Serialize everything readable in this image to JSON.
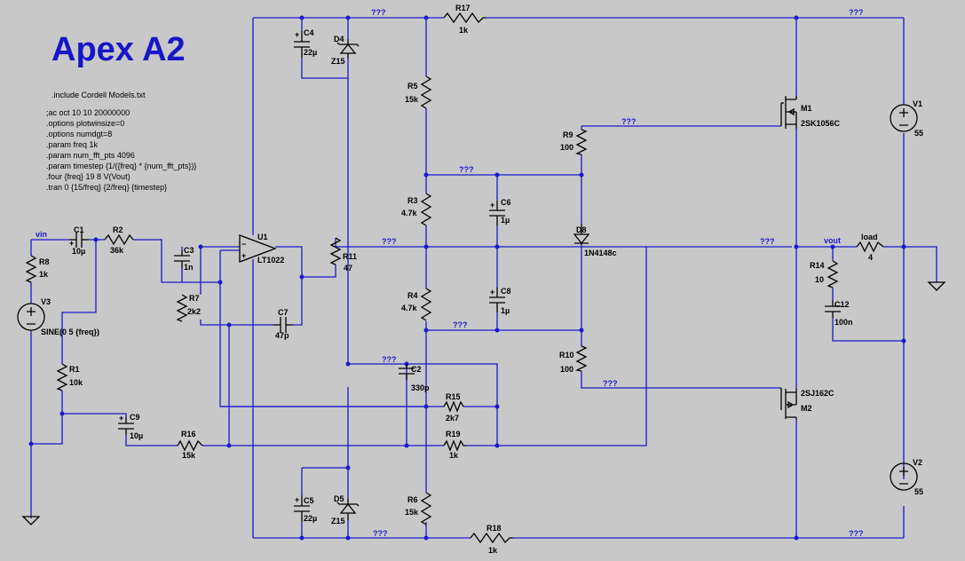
{
  "title": "Apex A2",
  "directives": [
    ".include Cordell Models.txt",
    ";ac oct 10 10 20000000",
    ".options plotwinsize=0",
    ".options numdgt=8",
    ".param freq 1k",
    ".param num_fft_pts 4096",
    ".param timestep {1/({freq} * {num_fft_pts})}",
    ".four {freq} 19 8 V(Vout)",
    ".tran 0 {15/freq} {2/freq} {timestep}"
  ],
  "components": {
    "R1": {
      "name": "R1",
      "value": "10k"
    },
    "R2": {
      "name": "R2",
      "value": "36k"
    },
    "R4": {
      "name": "R4",
      "value": "4.7k"
    },
    "R3": {
      "name": "R3",
      "value": "4.7k"
    },
    "R5": {
      "name": "R5",
      "value": "15k"
    },
    "R6": {
      "name": "R6",
      "value": "15k"
    },
    "R7": {
      "name": "R7",
      "value": "2k2"
    },
    "R8": {
      "name": "R8",
      "value": "1k"
    },
    "R9": {
      "name": "R9",
      "value": "100"
    },
    "R10": {
      "name": "R10",
      "value": "100"
    },
    "R11": {
      "name": "R11",
      "value": "47"
    },
    "R14": {
      "name": "R14",
      "value": "10"
    },
    "R15": {
      "name": "R15",
      "value": "2k7"
    },
    "R16": {
      "name": "R16",
      "value": "15k"
    },
    "R17": {
      "name": "R17",
      "value": "1k"
    },
    "R18": {
      "name": "R18",
      "value": "1k"
    },
    "R19": {
      "name": "R19",
      "value": "1k"
    },
    "C1": {
      "name": "C1",
      "value": "10µ"
    },
    "C2": {
      "name": "C2",
      "value": "330p"
    },
    "C3": {
      "name": "C3",
      "value": "1n"
    },
    "C4": {
      "name": "C4",
      "value": "22µ"
    },
    "C5": {
      "name": "C5",
      "value": "22µ"
    },
    "C6": {
      "name": "C6",
      "value": "1µ"
    },
    "C7": {
      "name": "C7",
      "value": "47p"
    },
    "C8": {
      "name": "C8",
      "value": "1µ"
    },
    "C9": {
      "name": "C9",
      "value": "10µ"
    },
    "C12": {
      "name": "C12",
      "value": "100n"
    },
    "D4": {
      "name": "D4",
      "value": "Z15"
    },
    "D5": {
      "name": "D5",
      "value": "Z15"
    },
    "D8": {
      "name": "D8",
      "value": "1N4148c"
    },
    "U1": {
      "name": "U1",
      "value": "LT1022"
    },
    "M1": {
      "name": "M1",
      "value": "2SK1056C"
    },
    "M2": {
      "name": "M2",
      "value": "2SJ162C"
    },
    "V1": {
      "name": "V1",
      "value": "55"
    },
    "V2": {
      "name": "V2",
      "value": "55"
    },
    "V3": {
      "name": "V3",
      "value": "SINE(0 5 {freq})"
    },
    "load": {
      "name": "load",
      "value": "4"
    }
  },
  "nets": {
    "vin": "vin",
    "vout": "vout",
    "unknown": "???"
  }
}
